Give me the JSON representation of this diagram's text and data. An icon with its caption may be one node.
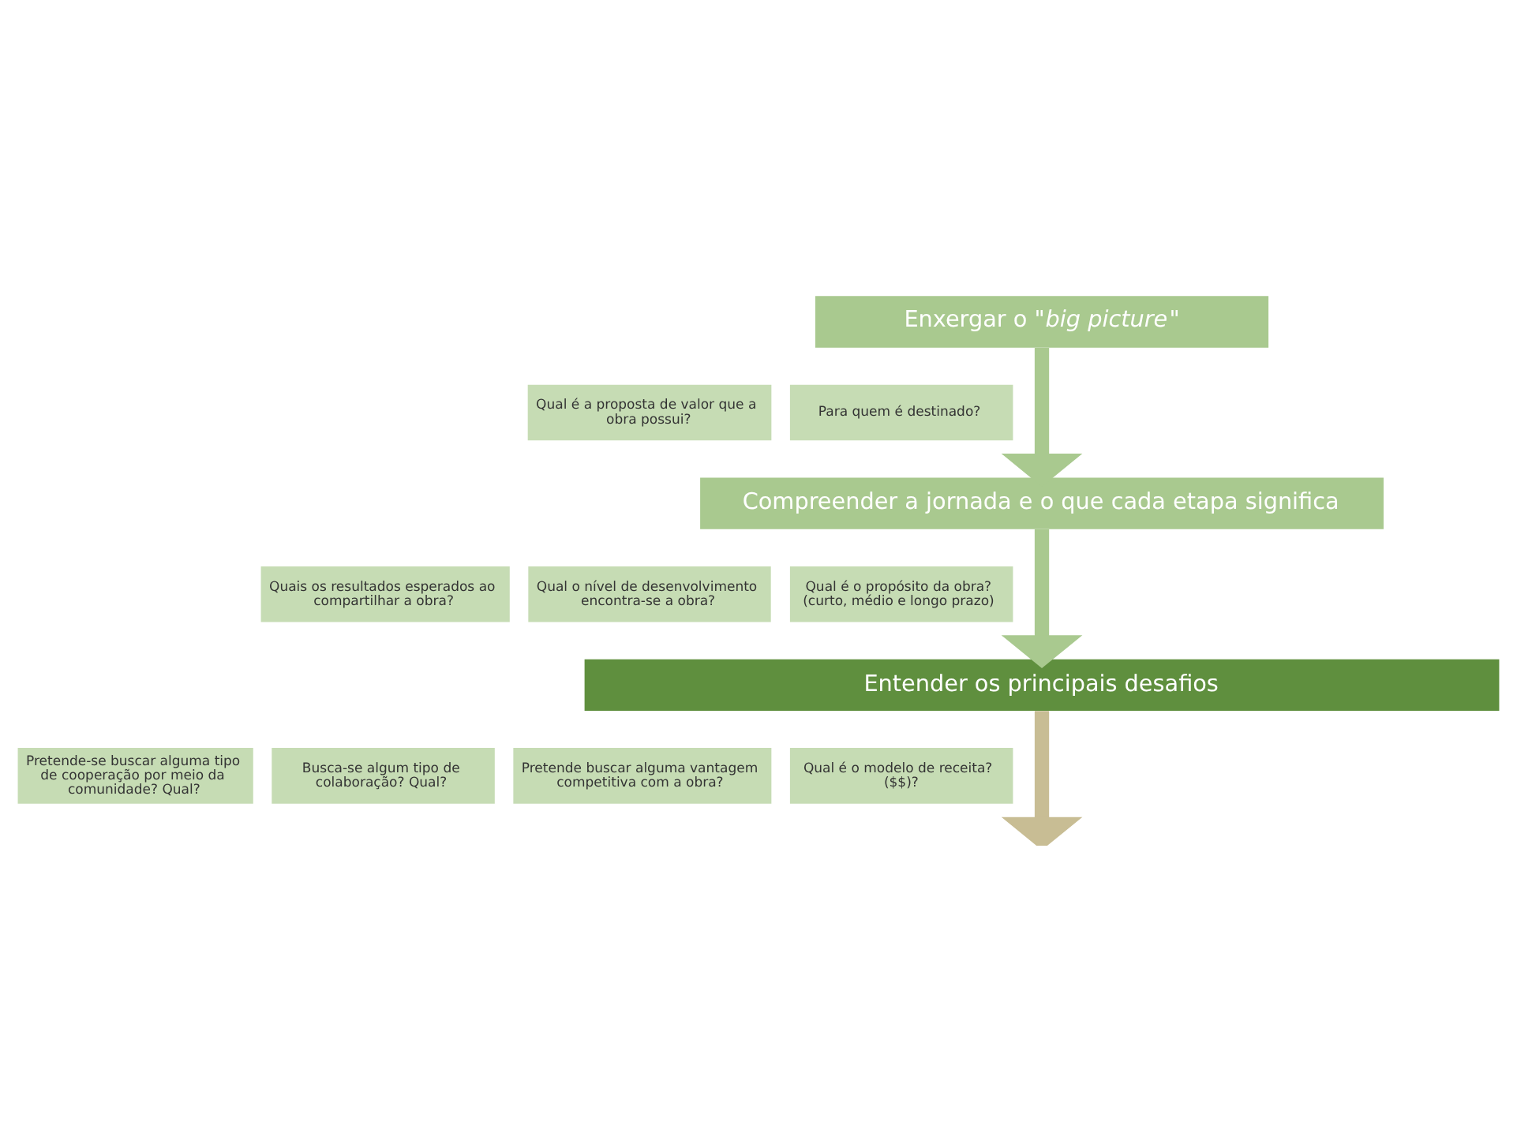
{
  "diagram": {
    "nodes": [
      {
        "text": [
          "Enxergar o \"*big picture*\""
        ]
      },
      {
        "text": [
          "Qual é a proposta de valor que a obra possui?"
        ]
      },
      {
        "text": [
          "Para quem é destinado?"
        ]
      },
      {
        "text": [
          "Compreender a jornada e o que cada etapa significa"
        ]
      },
      {
        "text": [
          "Quais os resultados esperados ao compartilhar a obra?"
        ]
      },
      {
        "text": [
          "Qual o nível de desenvolvimento encontra-se a obra?"
        ]
      },
      {
        "text": [
          "Qual é o propósito da obra? (curto, médio e longo prazo)"
        ]
      },
      {
        "text": [
          "Entender os principais desafios"
        ]
      },
      {
        "text": [
          "Pretende-se buscar alguma tipo de cooperação por meio da comunidade? Qual?"
        ]
      },
      {
        "text": [
          "Busca-se algum tipo de colaboração? Qual?"
        ]
      },
      {
        "text": [
          "Pretende buscar alguma vantagem competitiva com a obra?"
        ]
      },
      {
        "text": [
          "Qual é o modelo de receita? ($$)?"
        ]
      }
    ],
    "edges": [
      {
        "from": 0,
        "to": 3,
        "arrow": "to"
      },
      {
        "from": 3,
        "to": 7,
        "arrow": "to"
      },
      {
        "from": 7,
        "to": null,
        "arrow": "to",
        "color": "#c8bd94"
      }
    ]
  }
}
